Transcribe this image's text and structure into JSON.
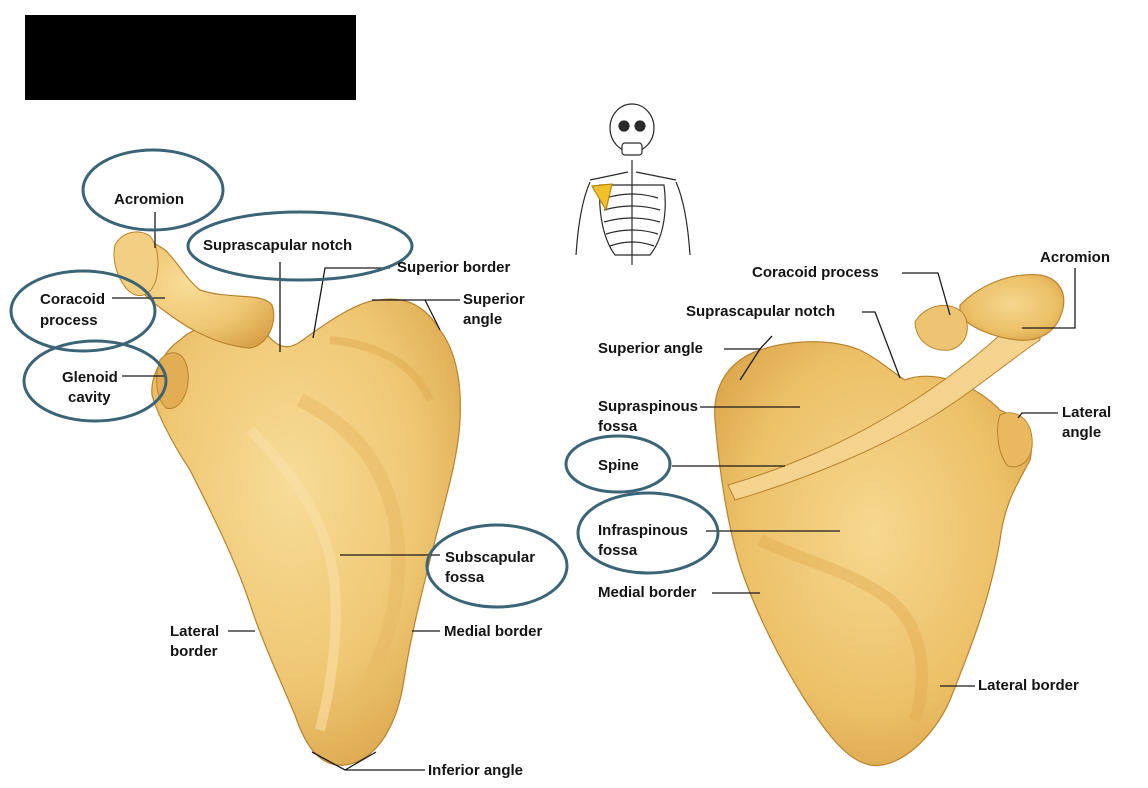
{
  "colors": {
    "bone_light": "#f6d68a",
    "bone_mid": "#e8b85a",
    "bone_dark": "#c78f2e",
    "circle_stroke": "#3b6476",
    "leader_line": "#1a1a1a",
    "highlight": "#f2c02a"
  },
  "redaction_box": {
    "color": "#000000"
  },
  "skeleton_icon": {
    "highlight": "scapula"
  },
  "anterior_view": {
    "labels": {
      "acromion": "Acromion",
      "suprascapular_notch": "Suprascapular notch",
      "superior_border": "Superior border",
      "superior_angle_1": "Superior",
      "superior_angle_2": "angle",
      "coracoid_1": "Coracoid",
      "coracoid_2": "process",
      "glenoid_1": "Glenoid",
      "glenoid_2": "cavity",
      "subscapular_1": "Subscapular",
      "subscapular_2": "fossa",
      "lateral_border_1": "Lateral",
      "lateral_border_2": "border",
      "medial_border": "Medial border",
      "inferior_angle": "Inferior angle"
    }
  },
  "posterior_view": {
    "labels": {
      "coracoid_process": "Coracoid process",
      "acromion": "Acromion",
      "suprascapular_notch": "Suprascapular notch",
      "superior_angle": "Superior angle",
      "supraspinous_1": "Supraspinous",
      "supraspinous_2": "fossa",
      "lateral_angle_1": "Lateral",
      "lateral_angle_2": "angle",
      "spine": "Spine",
      "infraspinous_1": "Infraspinous",
      "infraspinous_2": "fossa",
      "medial_border": "Medial border",
      "lateral_border": "Lateral border"
    }
  }
}
